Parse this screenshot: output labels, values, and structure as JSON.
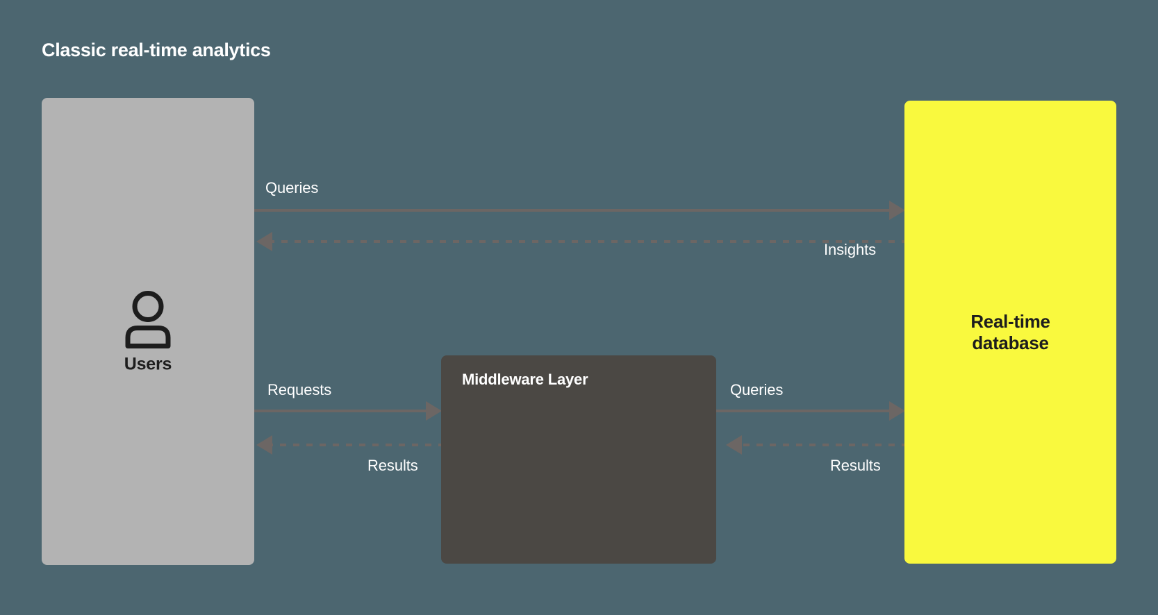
{
  "diagram": {
    "title": "Classic real-time analytics",
    "background_color": "#4c6670",
    "nodes": [
      {
        "id": "users",
        "label": "Users",
        "icon": "user-icon",
        "fill": "#b3b3b3",
        "text_color": "#1d1d1d"
      },
      {
        "id": "middleware",
        "label": "Middleware Layer",
        "fill": "#4b4844",
        "text_color": "#ffffff"
      },
      {
        "id": "database",
        "label_line1": "Real-time",
        "label_line2": "database",
        "fill": "#f9f93e",
        "text_color": "#1d1d1d"
      }
    ],
    "edges": [
      {
        "id": "users-to-db-queries",
        "label": "Queries",
        "from": "users",
        "to": "database",
        "style": "solid",
        "direction": "right",
        "color": "#6c6664"
      },
      {
        "id": "db-to-users-insights",
        "label": "Insights",
        "from": "database",
        "to": "users",
        "style": "dashed",
        "direction": "left",
        "color": "#6c6664"
      },
      {
        "id": "users-to-middleware-requests",
        "label": "Requests",
        "from": "users",
        "to": "middleware",
        "style": "solid",
        "direction": "right",
        "color": "#6c6664"
      },
      {
        "id": "middleware-to-users-results",
        "label": "Results",
        "from": "middleware",
        "to": "users",
        "style": "dashed",
        "direction": "left",
        "color": "#6c6664"
      },
      {
        "id": "middleware-to-db-queries",
        "label": "Queries",
        "from": "middleware",
        "to": "database",
        "style": "solid",
        "direction": "right",
        "color": "#6c6664"
      },
      {
        "id": "db-to-middleware-results",
        "label": "Results",
        "from": "database",
        "to": "middleware",
        "style": "dashed",
        "direction": "left",
        "color": "#6c6664"
      }
    ]
  }
}
